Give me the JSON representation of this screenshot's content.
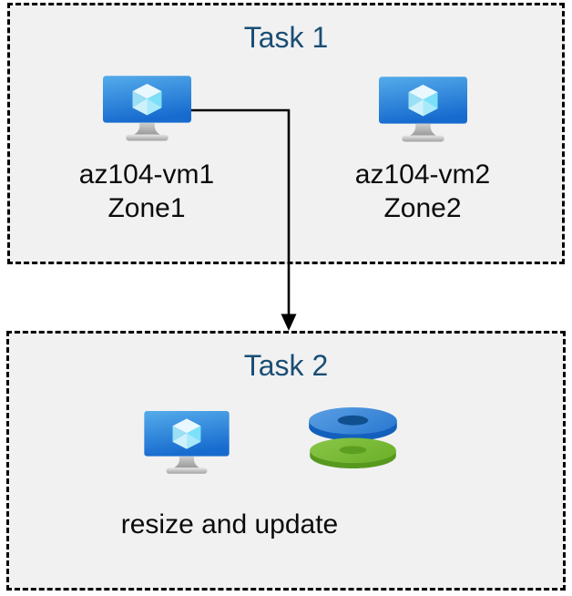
{
  "diagram": {
    "task1": {
      "title": "Task 1",
      "vms": [
        {
          "icon": "virtual-machine-icon",
          "name": "az104-vm1",
          "zone": "Zone1"
        },
        {
          "icon": "virtual-machine-icon",
          "name": "az104-vm2",
          "zone": "Zone2"
        }
      ]
    },
    "task2": {
      "title": "Task 2",
      "icons": [
        "virtual-machine-icon",
        "disks-icon"
      ],
      "caption": "resize and update"
    },
    "arrow": {
      "from": "az104-vm1",
      "to": "Task 2",
      "shape": "elbow-down"
    },
    "colors": {
      "title_text": "#1a4e74",
      "label_text": "#0b0b0b",
      "box_background": "#f1f1f2",
      "box_border": "#000000",
      "arrow": "#000000",
      "vm_screen_top": "#55acea",
      "vm_screen_bottom": "#176bcf",
      "disk_blue_top": "#3e8cdb",
      "disk_blue_side": "#1360bc",
      "disk_blue_hole": "#10508f",
      "disk_green_top": "#7cbb37",
      "disk_green_side": "#57991f",
      "disk_green_hole": "#5c9e20"
    }
  }
}
